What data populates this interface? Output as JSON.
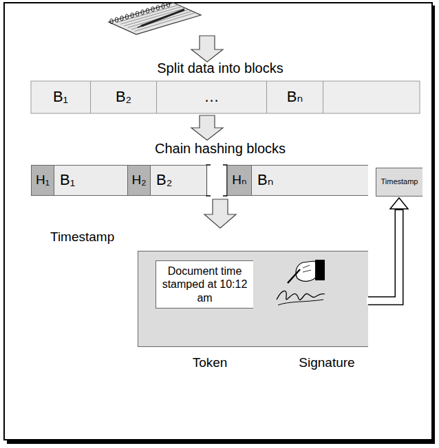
{
  "diagram": {
    "nodes": [
      {
        "text": [
          "B₁"
        ]
      },
      {
        "text": [
          "B₂"
        ]
      },
      {
        "text": [
          "…"
        ]
      },
      {
        "text": [
          "Bₙ"
        ]
      },
      {
        "text": [
          "H₁"
        ]
      },
      {
        "text": [
          "B₁"
        ]
      },
      {
        "text": [
          "H₂"
        ]
      },
      {
        "text": [
          "B₂"
        ]
      },
      {
        "text": [
          "Hₙ"
        ]
      },
      {
        "text": [
          "Bₙ"
        ]
      },
      {
        "text": [
          "Timestamp"
        ]
      },
      {
        "text": [
          "Timestamp"
        ]
      },
      {
        "text": [
          "Document time stamped at 10:12 am"
        ],
        "in": 11
      }
    ],
    "edges": [
      {
        "from": 11,
        "to": 10,
        "arrow": "to"
      }
    ],
    "labels": [
      "Split data into blocks",
      "Chain hashing blocks",
      "Token",
      "Signature"
    ]
  }
}
